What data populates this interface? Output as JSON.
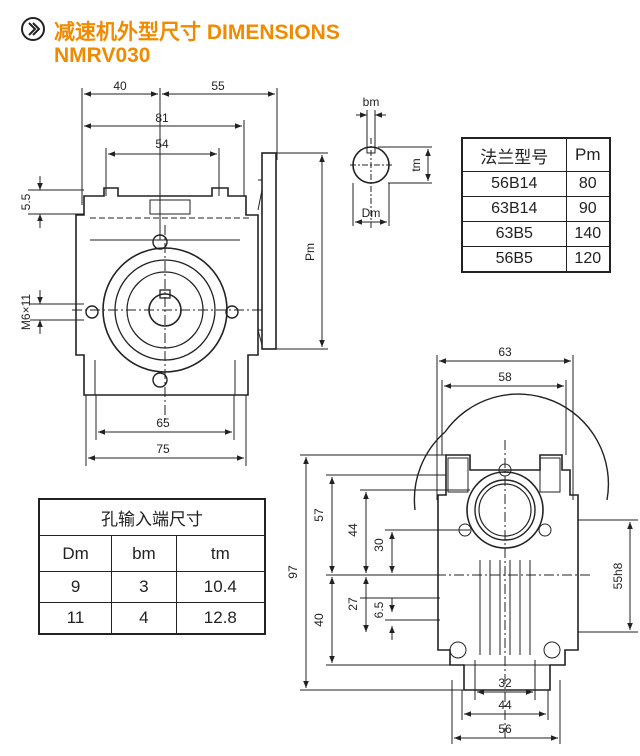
{
  "title": {
    "line1": "减速机外型尺寸 DIMENSIONS",
    "line2": "NMRV030",
    "color": "#f08a00",
    "icon": "circled-arrow-icon"
  },
  "side_view_dims": {
    "d40": "40",
    "d55": "55",
    "d81": "81",
    "d54": "54",
    "d5_5": "5.5",
    "m6x11": "M6×11",
    "pm": "Pm",
    "d65": "65",
    "d75": "75"
  },
  "shaft_dims": {
    "bm": "bm",
    "tm": "tm",
    "dm": "Dm"
  },
  "flange_table": {
    "headers": [
      "法兰型号",
      "Pm"
    ],
    "rows": [
      [
        "56B14",
        "80"
      ],
      [
        "63B14",
        "90"
      ],
      [
        "63B5",
        "140"
      ],
      [
        "56B5",
        "120"
      ]
    ]
  },
  "bore_table": {
    "title": "孔输入端尺寸",
    "headers": [
      "Dm",
      "bm",
      "tm"
    ],
    "rows": [
      [
        "9",
        "3",
        "10.4"
      ],
      [
        "11",
        "4",
        "12.8"
      ]
    ]
  },
  "front_view_dims": {
    "d63": "63",
    "d58": "58",
    "d97": "97",
    "d57": "57",
    "d44v": "44",
    "d30": "30",
    "d40": "40",
    "d27": "27",
    "d6_5": "6.5",
    "d55h8": "55h8",
    "d32": "32",
    "d44h": "44",
    "d56": "56"
  }
}
